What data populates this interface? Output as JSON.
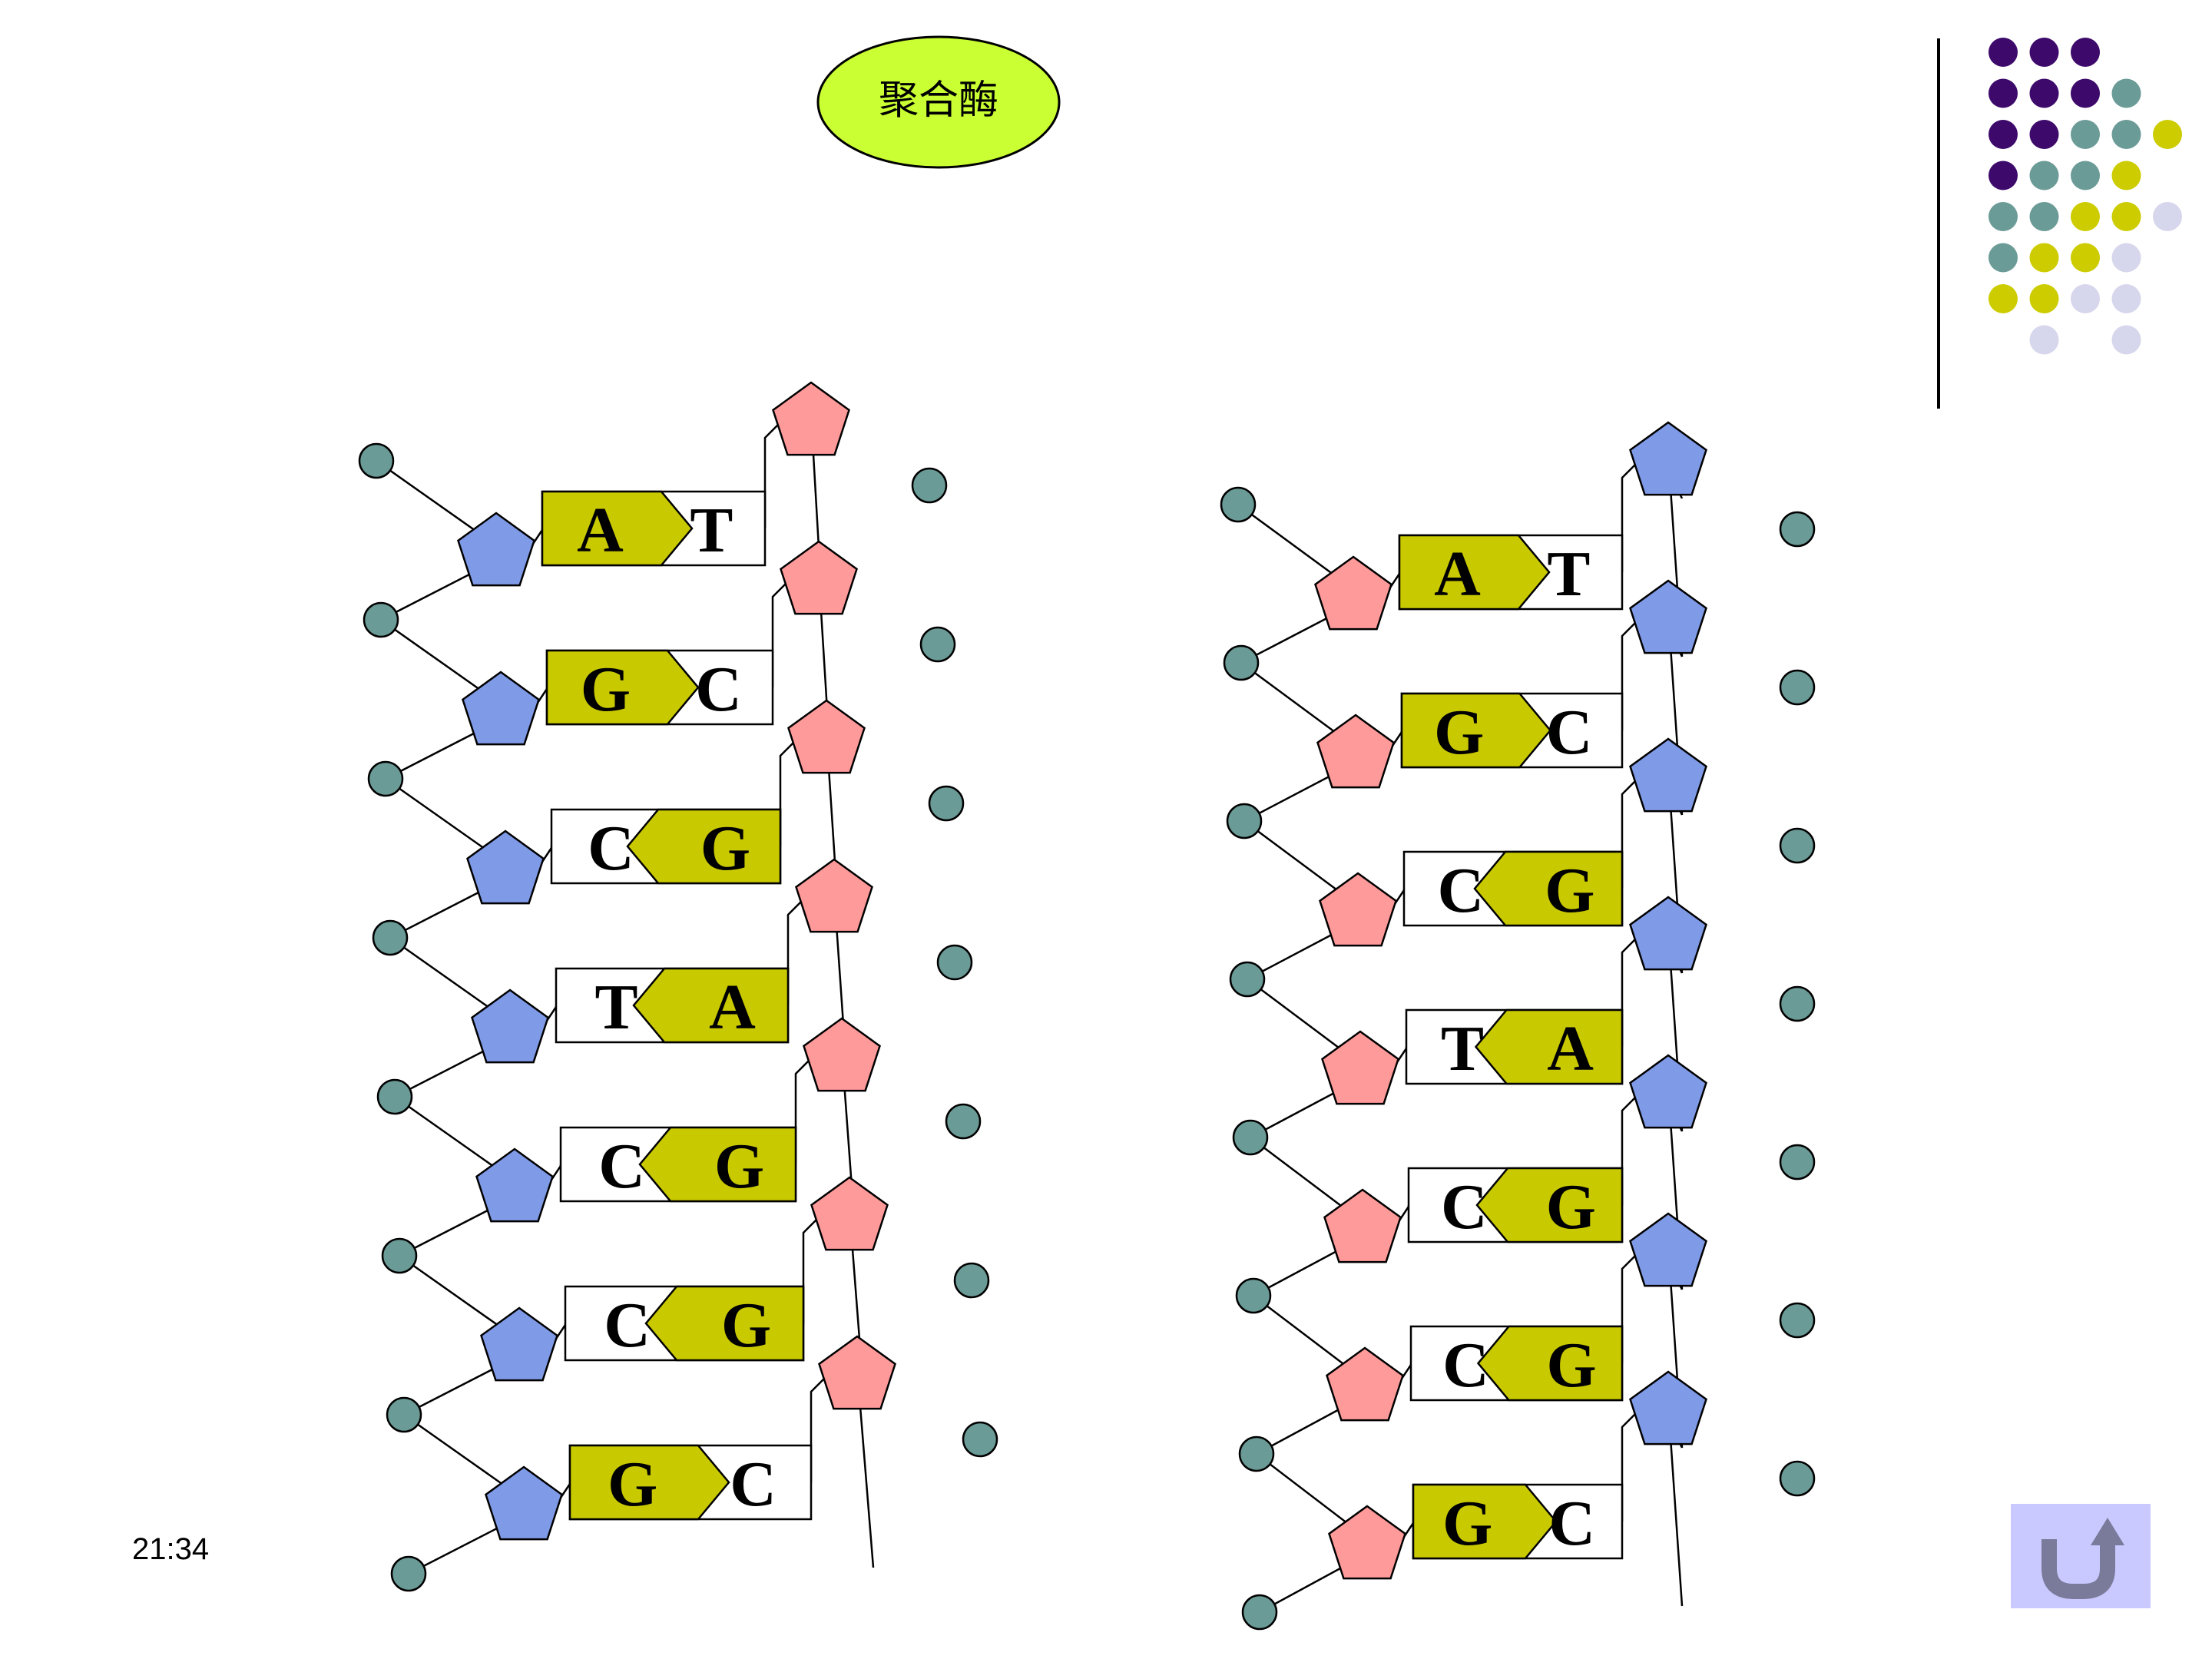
{
  "slide": {
    "enzyme_label": "聚合酶",
    "time": "21:34"
  },
  "colors": {
    "sugar_blue": "#7f9ae6",
    "sugar_pink": "#ff9a9a",
    "phosphate": "#6b9b97",
    "base_yellow": "#c9c900",
    "enzyme_fill": "#c9ff33",
    "dot_purple": "#3d0a6b",
    "dot_teal": "#6b9b97",
    "dot_yellow": "#cccc00",
    "dot_lavender": "#d6d6ec",
    "back_button_fill": "#c9c9ff",
    "back_button_icon": "#7a7a9a"
  },
  "icons": {
    "back_button": "return-arrow-icon"
  },
  "dna_left": {
    "pairs": [
      {
        "left": "A",
        "right": "T"
      },
      {
        "left": "G",
        "right": "C"
      },
      {
        "left": "C",
        "right": "G"
      },
      {
        "left": "T",
        "right": "A"
      },
      {
        "left": "C",
        "right": "G"
      },
      {
        "left": "C",
        "right": "G"
      },
      {
        "left": "G",
        "right": "C"
      }
    ],
    "left_strand_sugar": "sugar_blue",
    "right_strand_sugar": "sugar_pink"
  },
  "dna_right": {
    "pairs": [
      {
        "left": "A",
        "right": "T"
      },
      {
        "left": "G",
        "right": "C"
      },
      {
        "left": "C",
        "right": "G"
      },
      {
        "left": "T",
        "right": "A"
      },
      {
        "left": "C",
        "right": "G"
      },
      {
        "left": "C",
        "right": "G"
      },
      {
        "left": "G",
        "right": "C"
      }
    ],
    "left_strand_sugar": "sugar_pink",
    "right_strand_sugar": "sugar_blue"
  }
}
